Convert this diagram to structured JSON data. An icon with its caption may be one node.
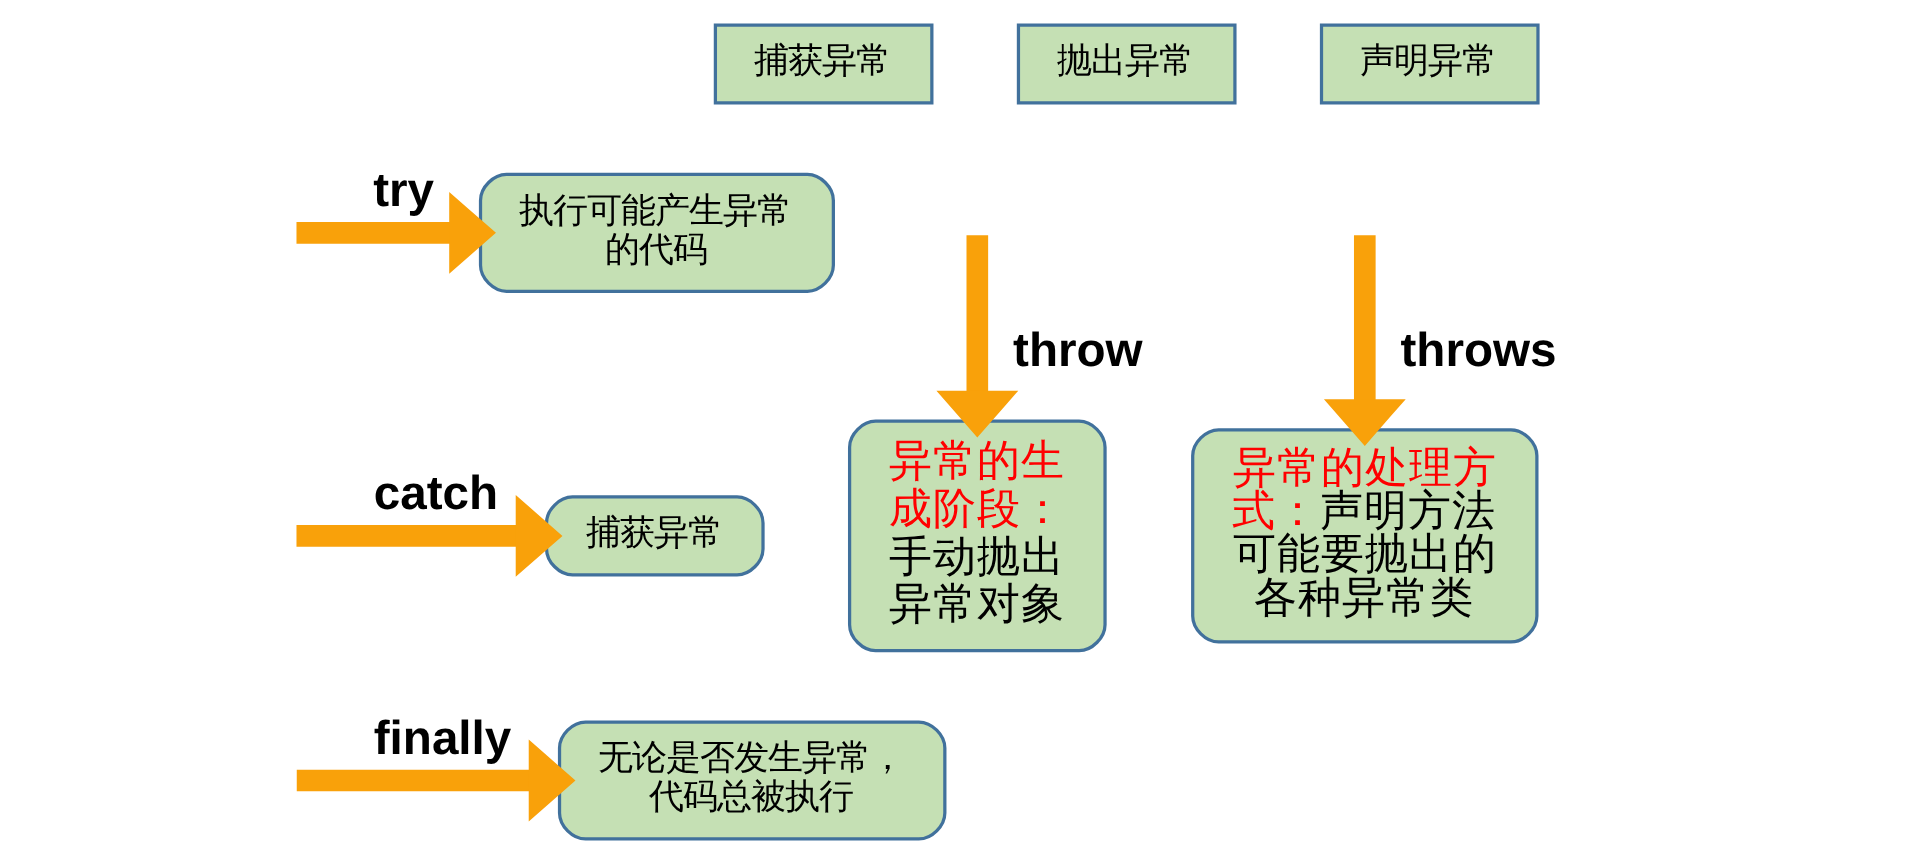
{
  "diagram": {
    "nodes": [
      {
        "text": [
          "捕获异常"
        ]
      },
      {
        "text": [
          "抛出异常"
        ]
      },
      {
        "text": [
          "声明异常"
        ]
      },
      {
        "text": [
          "执行可能产生异常的代码"
        ]
      },
      {
        "text": [
          "捕获异常"
        ]
      },
      {
        "text": [
          "无论是否发生异常，代码总被执行"
        ]
      },
      {
        "text": [
          "异常的生成阶段：",
          "手动抛出异常对象"
        ]
      },
      {
        "text": [
          "异常的处理方式：",
          "声明方法可能要抛出的各种异常类"
        ]
      }
    ],
    "edges": [
      {
        "from": null,
        "to": 3,
        "arrow": "to",
        "label": "try"
      },
      {
        "from": null,
        "to": 4,
        "arrow": "to",
        "label": "catch"
      },
      {
        "from": null,
        "to": 5,
        "arrow": "to",
        "label": "finally"
      },
      {
        "from": null,
        "to": 6,
        "arrow": "to",
        "label": "throw"
      },
      {
        "from": null,
        "to": 7,
        "arrow": "to",
        "label": "throws"
      }
    ]
  }
}
